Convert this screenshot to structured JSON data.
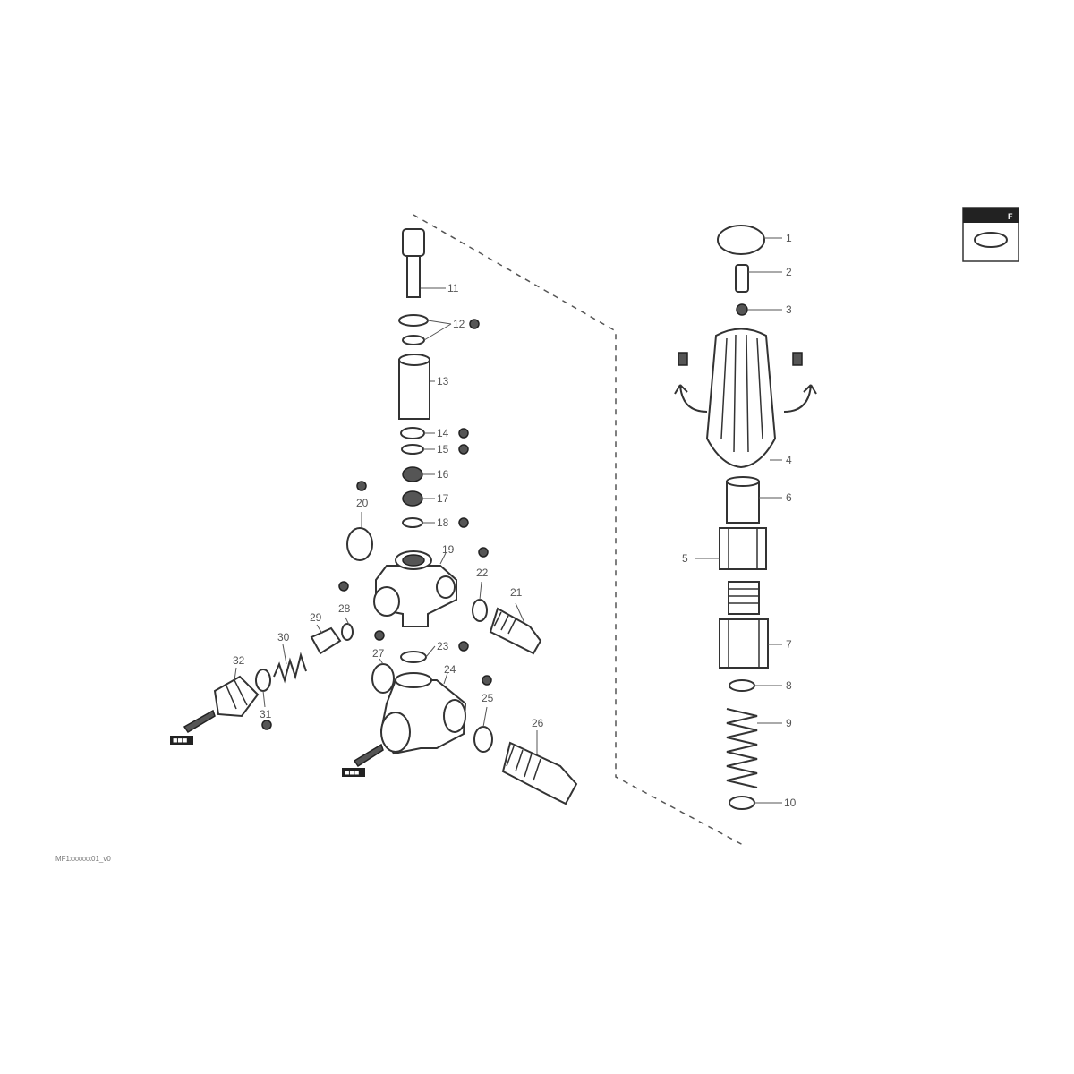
{
  "legend_box": {
    "label": "F",
    "icon": "o-ring-icon"
  },
  "callouts": {
    "c1": "1",
    "c2": "2",
    "c3": "3",
    "c4": "4",
    "c5": "5",
    "c6": "6",
    "c7": "7",
    "c8": "8",
    "c9": "9",
    "c10": "10",
    "c11": "11",
    "c12": "12",
    "c13": "13",
    "c14": "14",
    "c15": "15",
    "c16": "16",
    "c17": "17",
    "c18": "18",
    "c19": "19",
    "c20": "20",
    "c21": "21",
    "c22": "22",
    "c23": "23",
    "c24": "24",
    "c25": "25",
    "c26": "26",
    "c27": "27",
    "c28": "28",
    "c29": "29",
    "c30": "30",
    "c31": "31",
    "c32": "32"
  },
  "tags": {
    "inlet_left": "■■■",
    "inlet_bottom": "■■■"
  },
  "footer_code": "MF1xxxxxx01_v0"
}
